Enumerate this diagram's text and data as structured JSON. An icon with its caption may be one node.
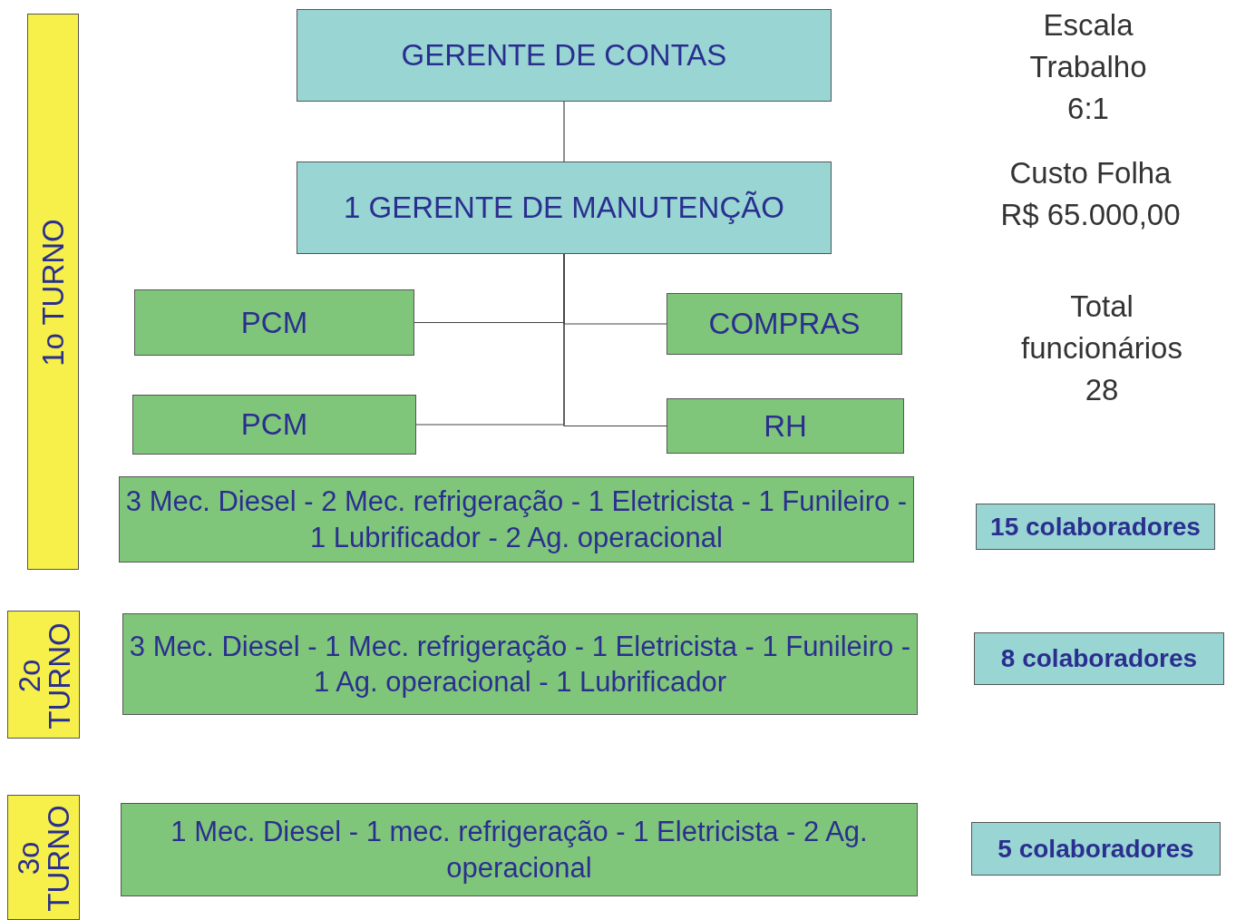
{
  "diagram": {
    "nodes": [
      {
        "text": [
          "1o TURNO"
        ]
      },
      {
        "text": [
          "GERENTE DE CONTAS"
        ]
      },
      {
        "text": [
          "1 GERENTE DE MANUTENÇÃO"
        ]
      },
      {
        "text": [
          "PCM"
        ]
      },
      {
        "text": [
          "COMPRAS"
        ]
      },
      {
        "text": [
          "PCM"
        ]
      },
      {
        "text": [
          "RH"
        ]
      },
      {
        "text": [
          "3 Mec. Diesel  - 2 Mec. refrigeração - 1 Eletricista - 1 Funileiro - 1 Lubrificador - 2 Ag. operacional"
        ]
      },
      {
        "text": [
          "15 colaboradores"
        ]
      },
      {
        "text": [
          "2o TURNO"
        ]
      },
      {
        "text": [
          "3 Mec. Diesel  - 1 Mec. refrigeração - 1 Eletricista - 1 Funileiro  - 1 Ag. operacional - 1 Lubrificador"
        ]
      },
      {
        "text": [
          "8 colaboradores"
        ]
      },
      {
        "text": [
          "3o TURNO"
        ]
      },
      {
        "text": [
          "1 Mec. Diesel  - 1 mec. refrigeração - 1 Eletricista - 2 Ag. operacional"
        ]
      },
      {
        "text": [
          "5 colaboradores"
        ]
      }
    ],
    "edges": [
      {
        "from": 1,
        "to": 2,
        "arrow": "none"
      },
      {
        "from": 2,
        "to": 3,
        "arrow": "none"
      },
      {
        "from": 2,
        "to": 4,
        "arrow": "none"
      },
      {
        "from": 2,
        "to": 5,
        "arrow": "none"
      },
      {
        "from": 2,
        "to": 6,
        "arrow": "none"
      }
    ],
    "labels": [
      "Escala Trabalho 6:1",
      "Custo Folha R$ 65.000,00",
      "Total funcionários 28"
    ]
  }
}
